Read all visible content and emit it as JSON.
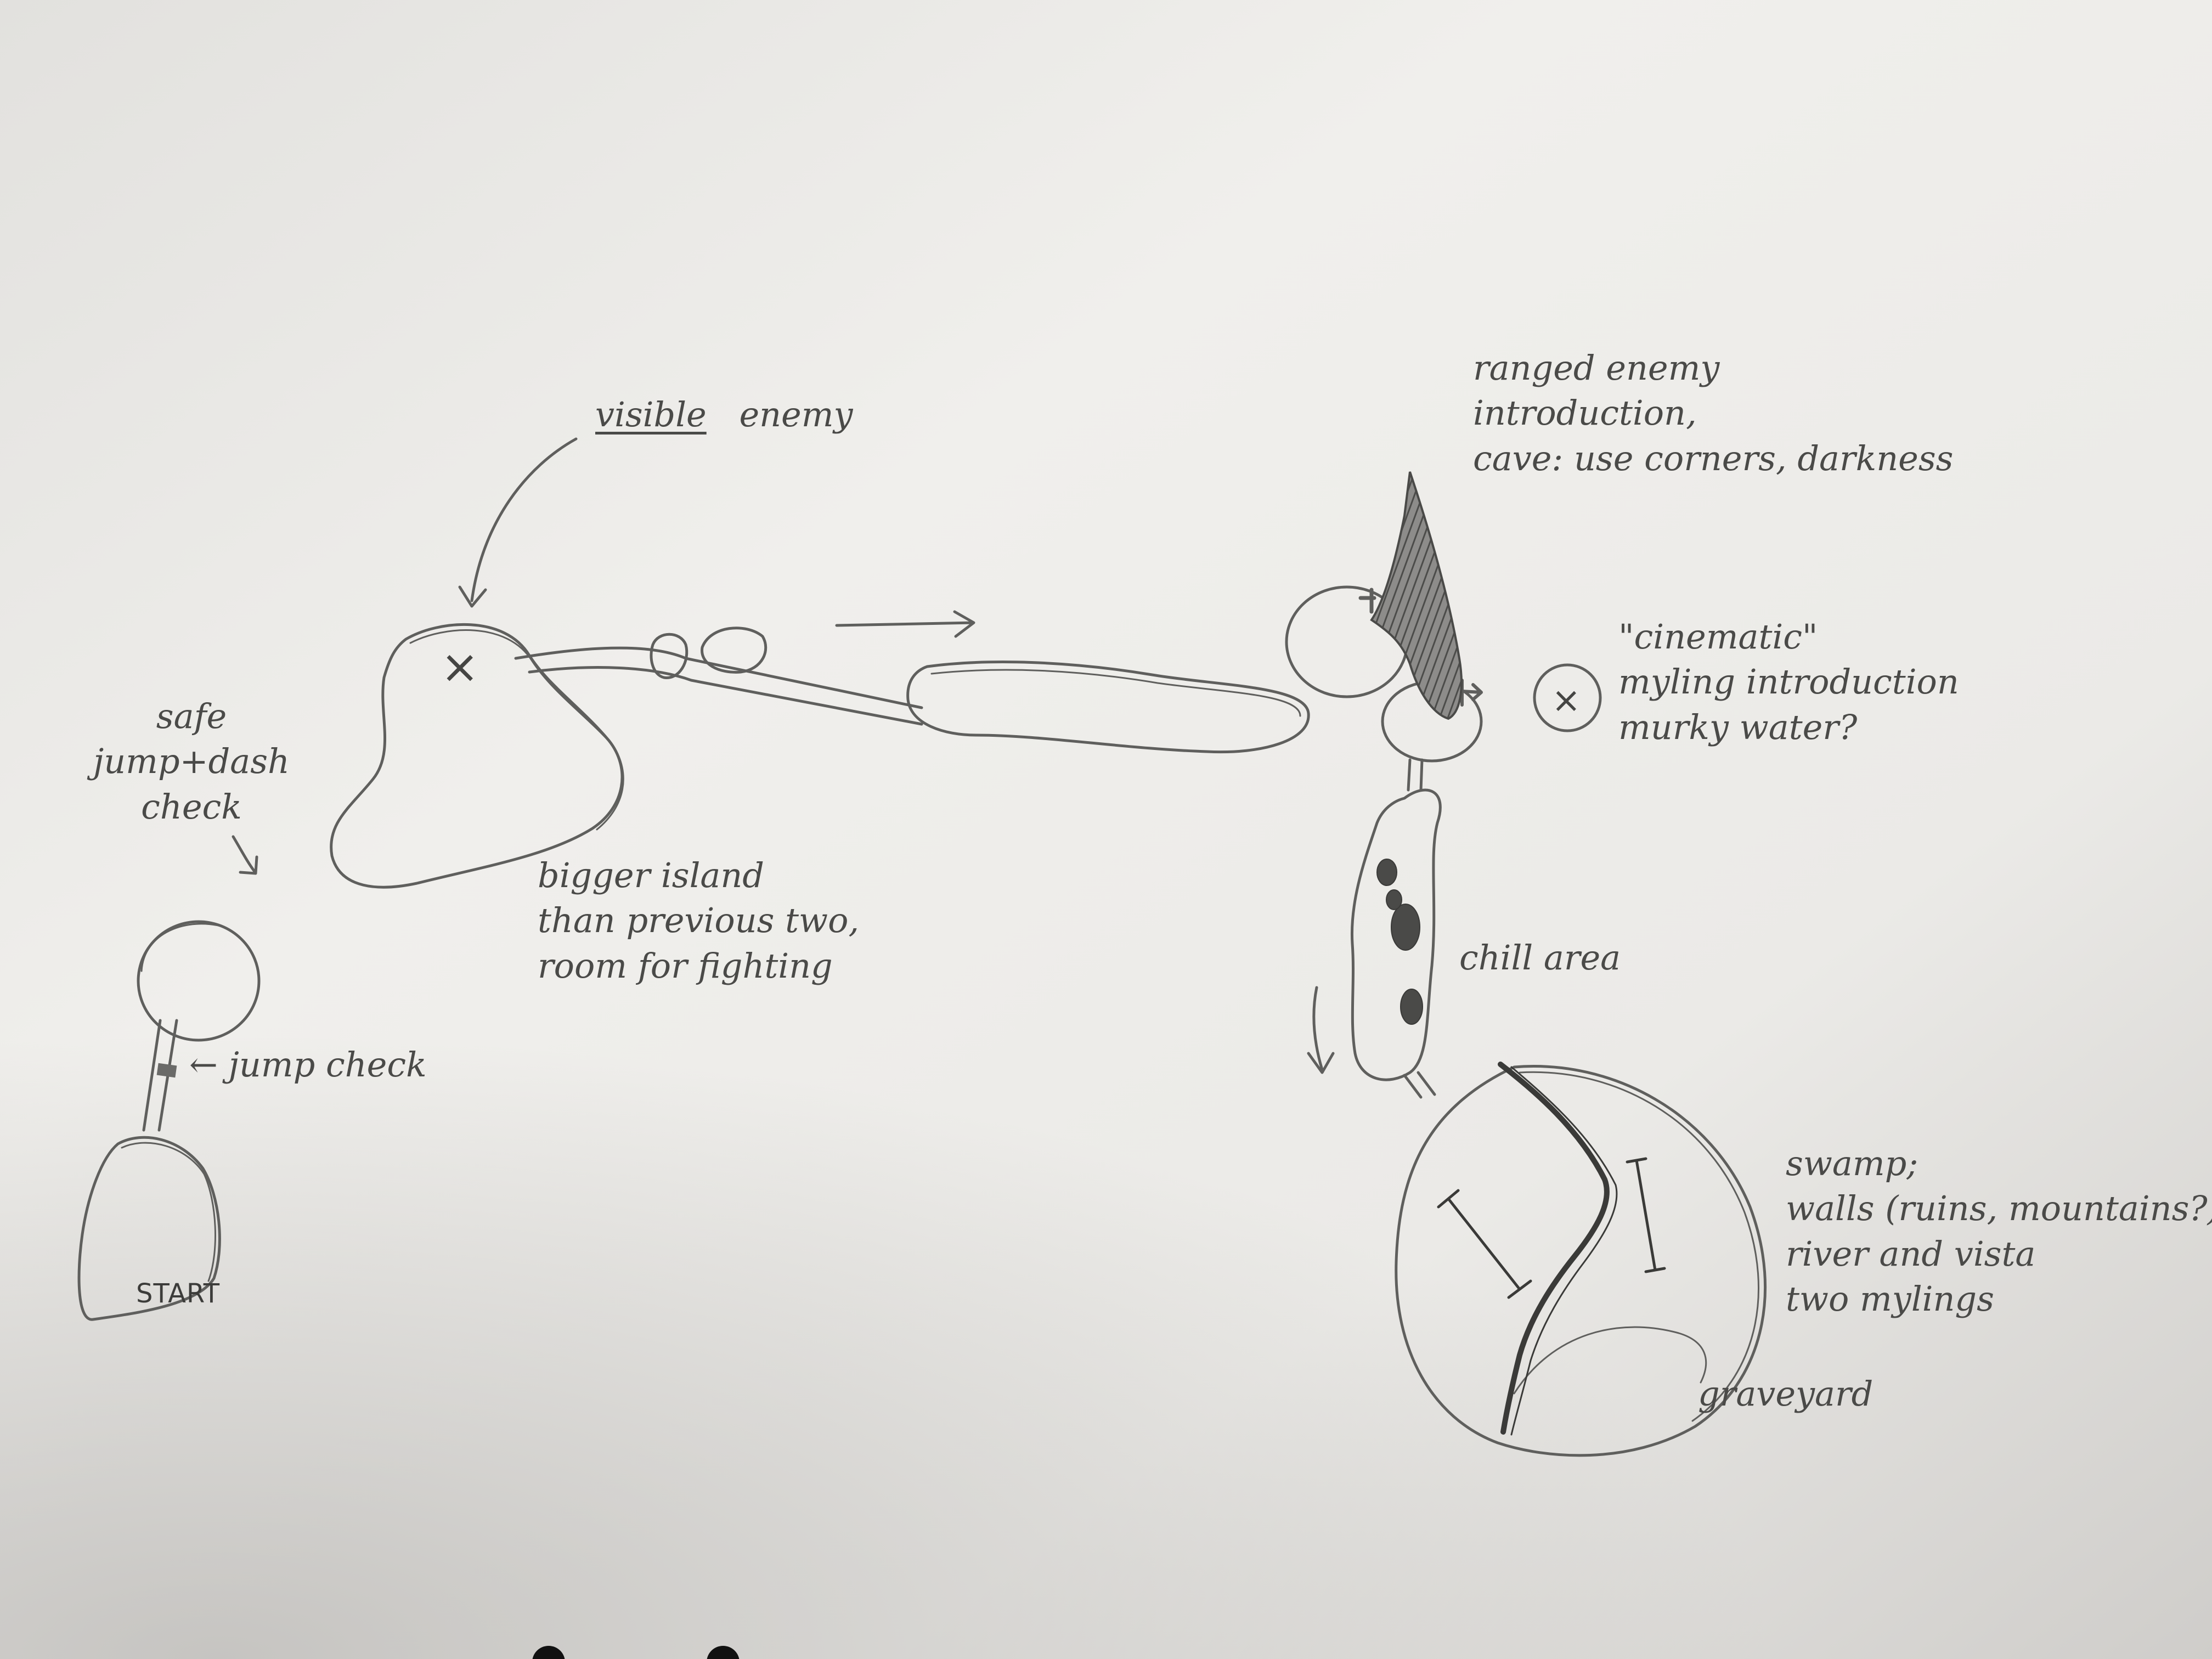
{
  "labels": {
    "visible_enemy_word1": "visible",
    "visible_enemy_word2": "enemy",
    "ranged_enemy": [
      "ranged enemy",
      "introduction,",
      "cave: use corners, darkness"
    ],
    "safe_check": [
      "safe",
      "jump+dash",
      "check"
    ],
    "bigger_island": [
      "bigger island",
      "than previous two,",
      "room for fighting"
    ],
    "cinematic": [
      "\"cinematic\"",
      "myling introduction",
      "murky water?"
    ],
    "jump_check": "← jump check",
    "chill_area": "chill area",
    "start": "START",
    "swamp": [
      "swamp;",
      "walls (ruins, mountains?),",
      "river and vista",
      "two mylings"
    ],
    "graveyard": "graveyard"
  },
  "markers": {
    "enemy_glyph": "×",
    "myling_glyph": "×"
  },
  "colors": {
    "paper_light": "#f2f1ee",
    "paper_shadow": "#cfcdca",
    "pencil": "#5a5a58",
    "pencil_dark": "#3a3a38"
  }
}
